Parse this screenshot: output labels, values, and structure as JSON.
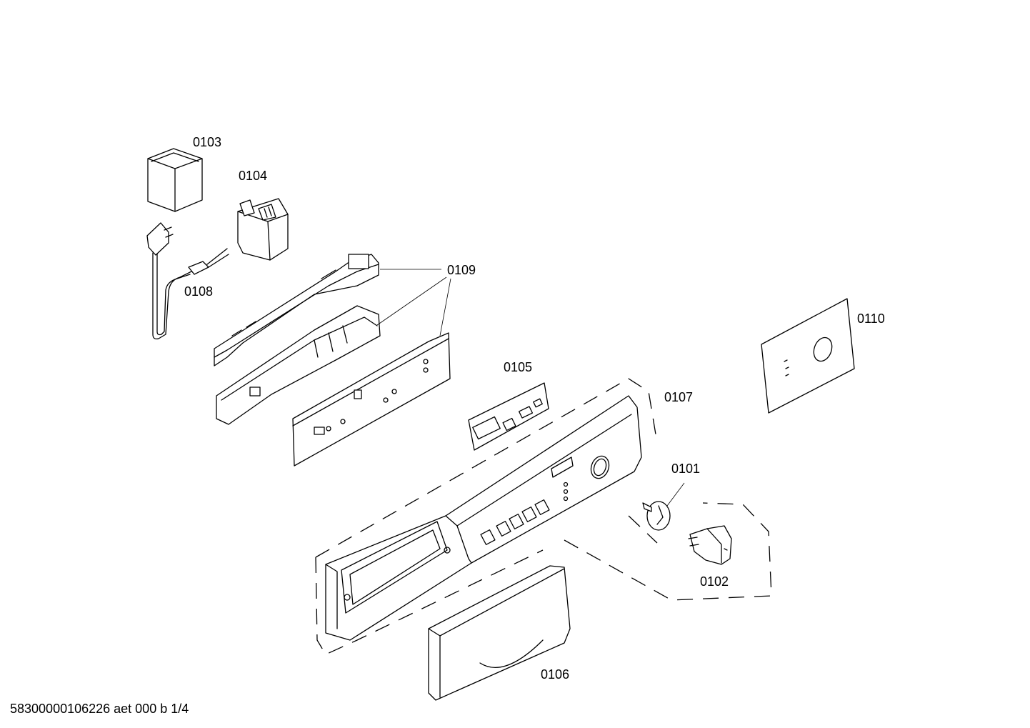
{
  "diagram": {
    "parts": [
      {
        "id": "p0103",
        "label": "0103"
      },
      {
        "id": "p0104",
        "label": "0104"
      },
      {
        "id": "p0109",
        "label": "0109"
      },
      {
        "id": "p0108",
        "label": "0108"
      },
      {
        "id": "p0110",
        "label": "0110"
      },
      {
        "id": "p0105",
        "label": "0105"
      },
      {
        "id": "p0107",
        "label": "0107"
      },
      {
        "id": "p0101",
        "label": "0101"
      },
      {
        "id": "p0102",
        "label": "0102"
      },
      {
        "id": "p0106",
        "label": "0106"
      }
    ]
  },
  "footer": {
    "code": "58300000106226 aet 000 b 1/4"
  }
}
